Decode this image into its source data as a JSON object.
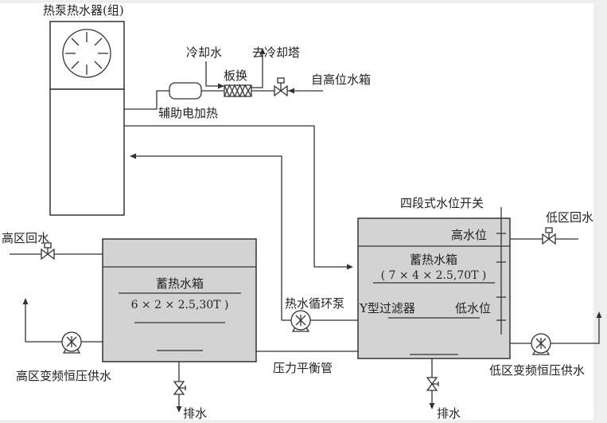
{
  "diagram": {
    "title": "热泵热水器(组)",
    "labels": {
      "cooling_water": "冷却水",
      "to_cooling_tower": "去冷却塔",
      "plate_exchanger": "板换",
      "from_high_tank": "自高位水箱",
      "aux_heater": "辅助电加热",
      "four_stage_switch": "四段式水位开关",
      "low_zone_return": "低区回水",
      "high_zone_return": "高区回水",
      "high_level": "高水位",
      "low_level": "低水位",
      "circ_pump": "热水循环泵",
      "y_filter": "Y型过滤器",
      "balance_pipe": "压力平衡管",
      "high_zone_supply": "高区变频恒压供水",
      "low_zone_supply": "低区变频恒压供水",
      "drain_left": "排水",
      "drain_right": "排水"
    },
    "tank_small": {
      "name": "蓄热水箱",
      "spec": "6 × 2 × 2.5,30T )"
    },
    "tank_large": {
      "name": "蓄热水箱",
      "spec": "( 7 × 4 × 2.5,70T )"
    },
    "colors": {
      "line": "#333333",
      "tank_fill": "#d3d3d3",
      "paper": "#ffffff",
      "background": "#eeeeee"
    }
  }
}
